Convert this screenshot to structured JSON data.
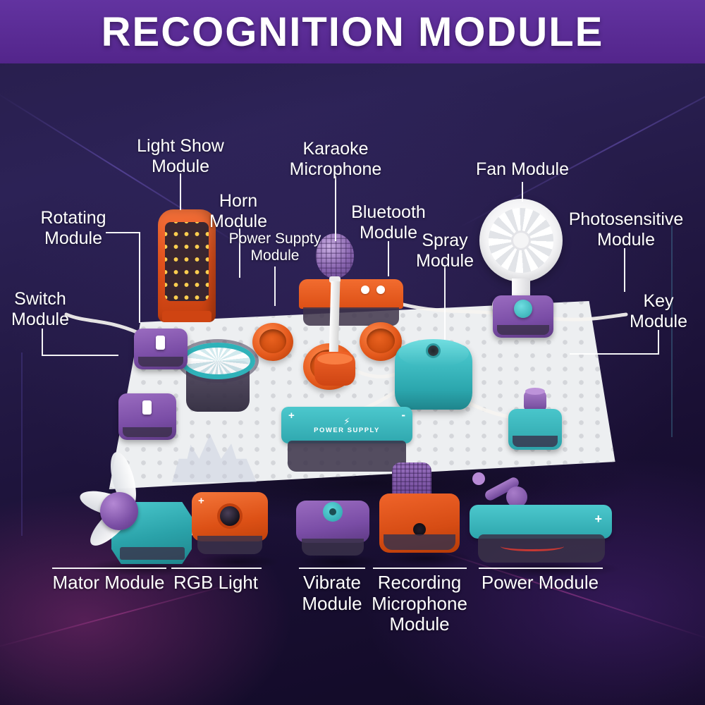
{
  "header": {
    "title": "RECOGNITION MODULE"
  },
  "callouts": [
    {
      "id": "light-show",
      "text": "Light Show Module"
    },
    {
      "id": "karaoke",
      "text": "Karaoke Microphone"
    },
    {
      "id": "fan",
      "text": "Fan Module"
    },
    {
      "id": "horn",
      "text": "Horn Module"
    },
    {
      "id": "rotating",
      "text": "Rotating Module"
    },
    {
      "id": "bluetooth",
      "text": "Bluetooth Module"
    },
    {
      "id": "photosensitive",
      "text": "Photosensitive Module"
    },
    {
      "id": "power-suppty",
      "text": "Power Suppty Module"
    },
    {
      "id": "spray",
      "text": "Spray Module"
    },
    {
      "id": "switch",
      "text": "Switch Module"
    },
    {
      "id": "key",
      "text": "Key Module"
    }
  ],
  "bottom_labels": [
    {
      "id": "mator",
      "text": "Mator Module"
    },
    {
      "id": "rgb",
      "text": "RGB Light"
    },
    {
      "id": "vibrate",
      "text": "Vibrate Module"
    },
    {
      "id": "recording",
      "text": "Recording Microphone Module"
    },
    {
      "id": "power",
      "text": "Power Module"
    }
  ],
  "board": {
    "power_supply_label": "POWER SUPPLY"
  },
  "symbols": {
    "plus": "+",
    "minus": "-",
    "bolt": "⚡"
  },
  "colors": {
    "banner_purple": "#53258b",
    "accent_orange": "#e2521d",
    "accent_teal": "#2fa7ae",
    "accent_purple": "#7a4da6",
    "background_navy": "#1c1438"
  }
}
